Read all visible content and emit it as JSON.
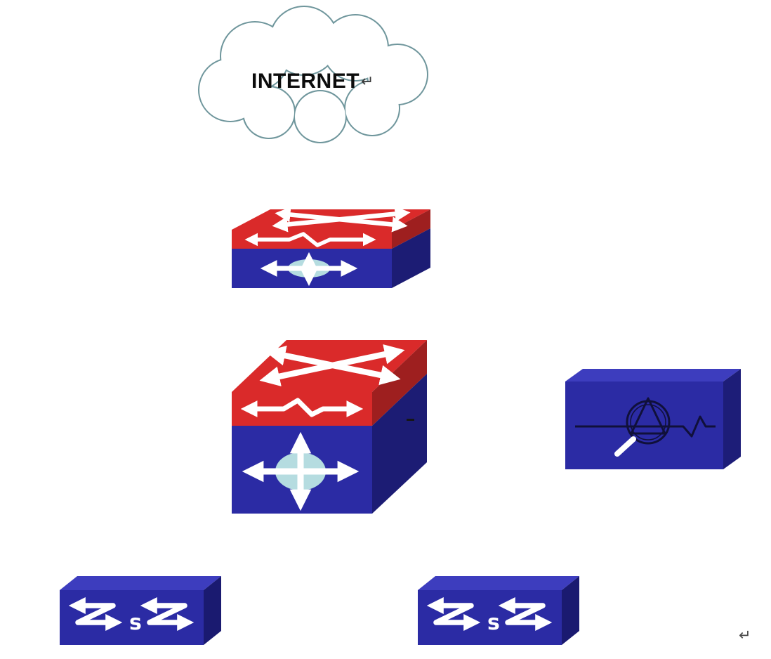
{
  "diagram": {
    "internet_label": "INTERNET",
    "internet_pilcrow": "↵",
    "access_switch_1": {
      "label": "s"
    },
    "access_switch_2": {
      "label": "s"
    },
    "page_end_mark": "↵",
    "icons": {
      "cloud": "internet-cloud-icon",
      "core_router": "multilayer-switch-flat-icon",
      "core_switch": "multilayer-switch-cube-icon",
      "analyzer": "network-analyzer-icon",
      "access_switch_1": "workgroup-switch-icon",
      "access_switch_2": "workgroup-switch-icon"
    },
    "colors": {
      "switch_red": "#da2a2a",
      "switch_red_shade": "#9e1f1f",
      "switch_blue": "#2b2ba4",
      "switch_blue_shade": "#1c1c74",
      "switch_top_blue": "#3d3dbe",
      "center_ellipse_teal": "#b5dce0",
      "cloud_stroke": "#6f969c",
      "arrow_white": "#ffffff",
      "glyph_dark": "#10103a",
      "background": "#ffffff"
    }
  }
}
